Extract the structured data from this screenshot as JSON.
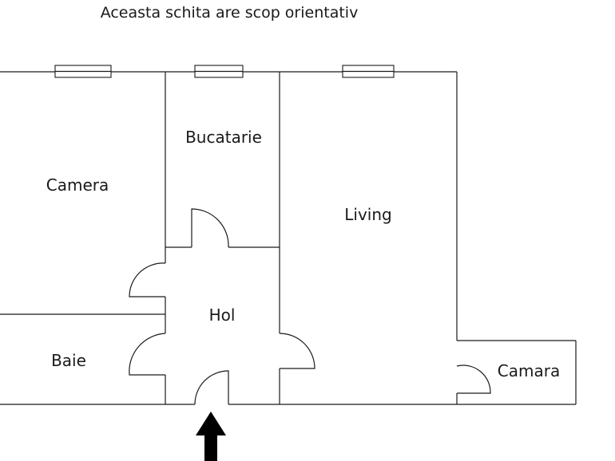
{
  "title": "Aceasta schita are scop orientativ",
  "rooms": {
    "camera": "Camera",
    "bucatarie": "Bucatarie",
    "living": "Living",
    "hol": "Hol",
    "baie": "Baie",
    "camara": "Camara"
  },
  "colors": {
    "line": "#1a1a1a",
    "background": "#ffffff"
  }
}
